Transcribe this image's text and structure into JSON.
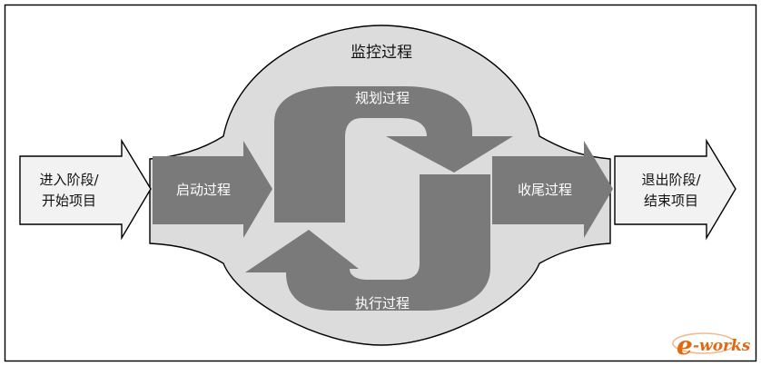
{
  "diagram": {
    "title": "监控过程",
    "entry": {
      "line1": "进入阶段/",
      "line2": "开始项目"
    },
    "initiating": "启动过程",
    "planning": "规划过程",
    "executing": "执行过程",
    "closing": "收尾过程",
    "exit": {
      "line1": "退出阶段/",
      "line2": "结束项目"
    }
  },
  "watermark": {
    "e": "e",
    "rest": "-works"
  },
  "colors": {
    "bubble_fill": "#dcdcdc",
    "arrow_dark": "#7a7a7a",
    "arrow_light": "#f2f2f2",
    "frame": "#000000",
    "watermark": "#e06a14"
  }
}
